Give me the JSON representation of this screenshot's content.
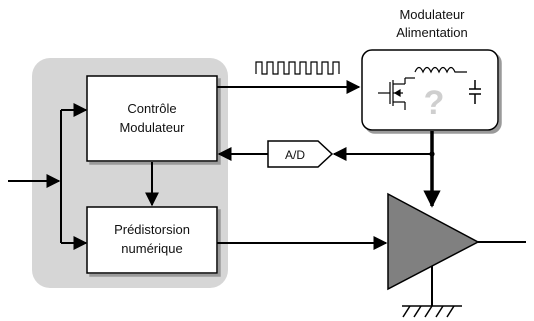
{
  "diagram": {
    "blocks": {
      "controle_line1": "Contrôle",
      "controle_line2": "Modulateur",
      "predistorsion_line1": "Prédistorsion",
      "predistorsion_line2": "numérique",
      "adc": "A/D",
      "modulateur_alim_line1": "Modulateur",
      "modulateur_alim_line2": "Alimentation",
      "unknown_mark": "?"
    },
    "colors": {
      "dsp_panel": "#d6d6d6",
      "amplifier": "#808080",
      "question_mark": "#cfcfcf",
      "lines": "#000000"
    }
  }
}
